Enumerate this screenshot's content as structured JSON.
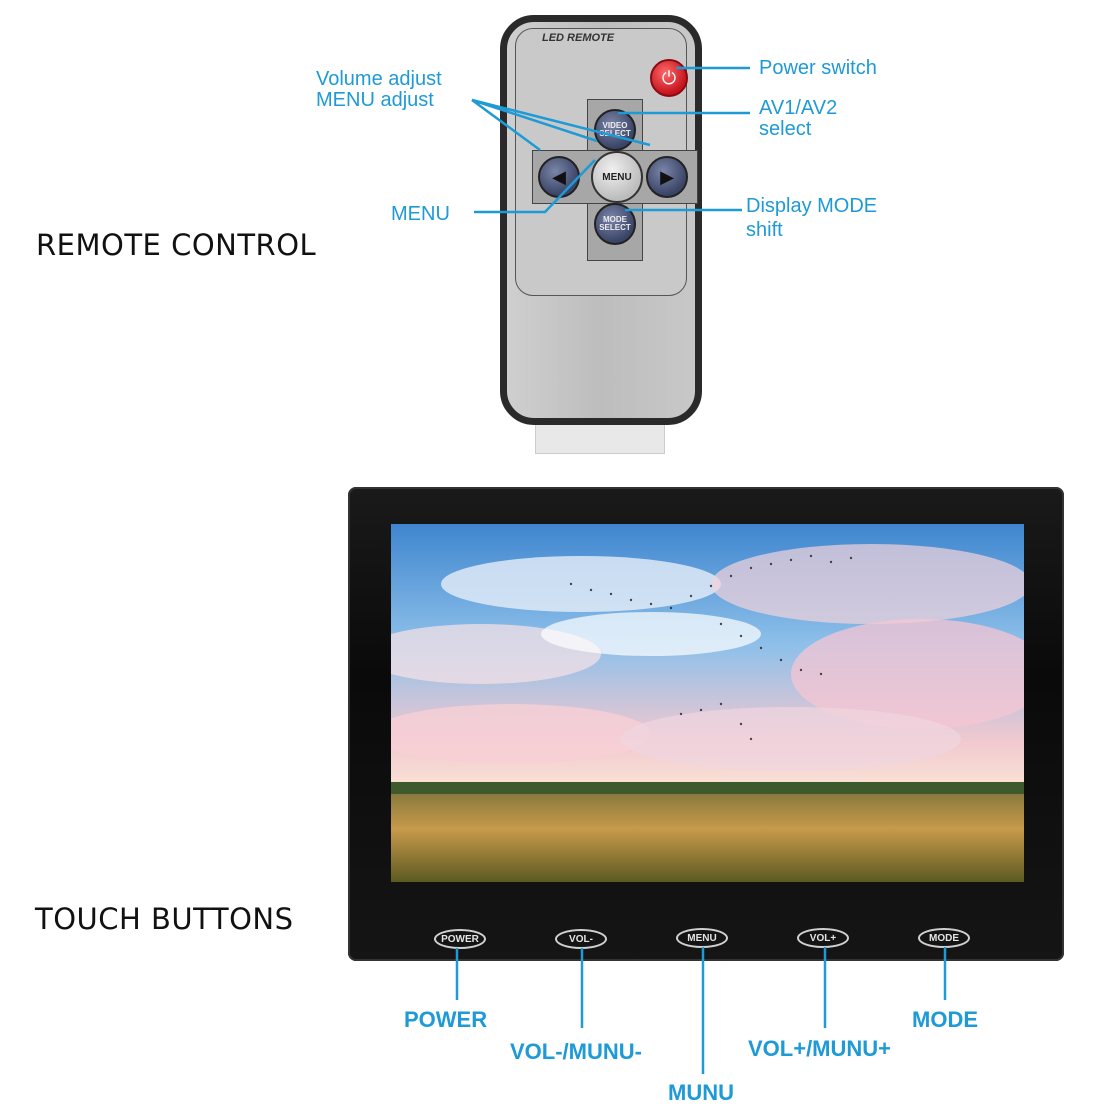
{
  "sections": {
    "remote_title": "REMOTE CONTROL",
    "touch_title": "TOUCH BUTTONS"
  },
  "remote": {
    "brand": "LED REMOTE",
    "buttons": {
      "video_select": "VIDEO\nSELECT",
      "menu": "MENU",
      "mode_select": "MODE\nSELECT",
      "left": "◀",
      "right": "▶",
      "power": "⏻"
    }
  },
  "remote_callouts": {
    "power": "Power switch",
    "volume_line1": "Volume adjust",
    "volume_line2": "MENU adjust",
    "av_line1": "AV1/AV2",
    "av_line2": "select",
    "menu": "MENU",
    "display_line1": "Display MODE",
    "display_line2": "shift"
  },
  "monitor_buttons": [
    "POWER",
    "VOL-",
    "MENU",
    "VOL+",
    "MODE"
  ],
  "touch_callouts": {
    "power": "POWER",
    "vol_minus": "VOL-/MUNU-",
    "menu": "MUNU",
    "vol_plus": "VOL+/MUNU+",
    "mode": "MODE"
  },
  "colors": {
    "callout": "#1e9ad6",
    "remote_body": "#c4c4c4",
    "power_button": "#d01e25",
    "bezel": "#111111"
  }
}
